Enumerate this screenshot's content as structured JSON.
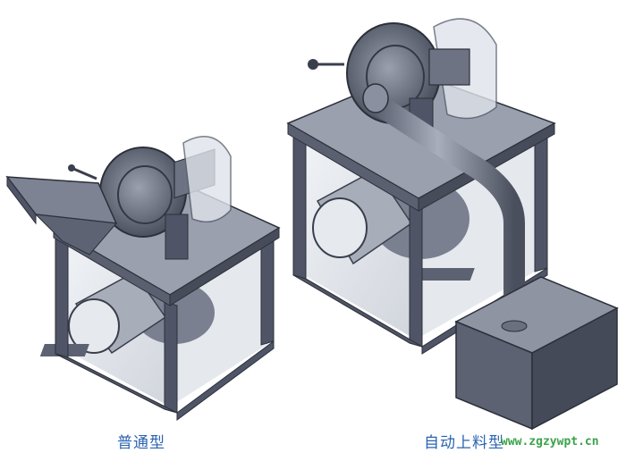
{
  "captions": {
    "left": "普通型",
    "right": "自动上料型"
  },
  "watermark": "www.zgzywpt.cn",
  "colors": {
    "frame": "#4f5566",
    "frame_dark": "#3a3f4d",
    "frame_light": "#6c7283",
    "glass": "#d9dee6",
    "caption": "#2a63b0",
    "watermark": "#3aa34a"
  }
}
